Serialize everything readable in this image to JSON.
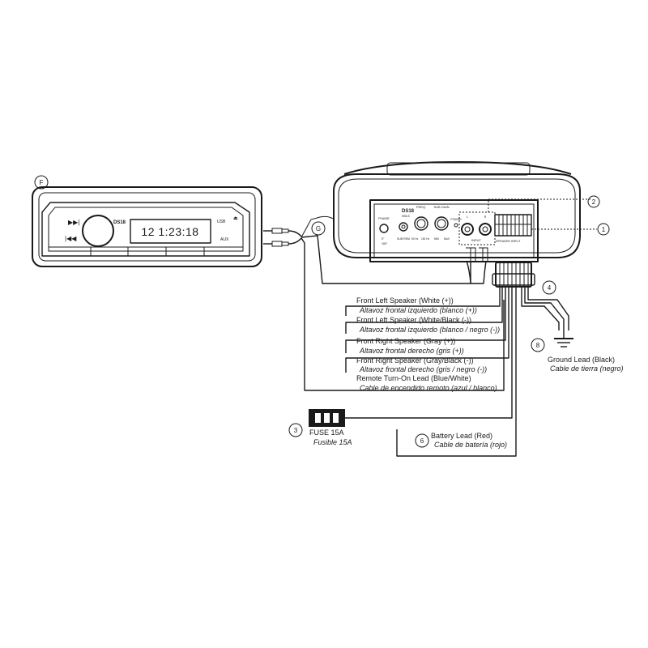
{
  "head_unit": {
    "callout": "F",
    "clock": "12 1:23:18",
    "brand": "DS18",
    "usb_label": "USB",
    "aux_label": "AUX"
  },
  "connector_g": {
    "callout": "G"
  },
  "subwoofer": {
    "brand": "DS18",
    "model": "SB6.5",
    "phase_label": "PHASE",
    "phase_opt1": "0°",
    "phase_opt2": "180°",
    "sub_rem_label": "SUB REM",
    "freq_label": "FREQ.",
    "freq_min": "50 Hz",
    "freq_max": "150 Hz",
    "gain_label": "SUB GAIN",
    "gain_min": "MIN",
    "gain_max": "MAX",
    "power_label": "POWER",
    "input_label": "INPUT",
    "input_l": "L",
    "input_r": "R",
    "speaker_input_label": "SPEAKER INPUT",
    "callout_2": "2",
    "callout_1": "1"
  },
  "harness": {
    "callout": "4"
  },
  "leads": [
    {
      "en": "Front Left Speaker (White (+))",
      "es": "Altavoz frontal izquierdo (blanco (+))"
    },
    {
      "en": "Front Left Speaker (White/Black (-))",
      "es": "Altavoz frontal izquierdo (blanco / negro (-))"
    },
    {
      "en": "Front Right Speaker (Gray (+))",
      "es": "Altavoz frontal derecho (gris (+))"
    },
    {
      "en": "Front Right Speaker (Gray/Black (-))",
      "es": "Altavoz frontal derecho (gris / negro (-))"
    },
    {
      "en": "Remote Turn-On Lead (Blue/White)",
      "es": "Cable de encendido remoto (azul / blanco)"
    }
  ],
  "ground": {
    "callout": "8",
    "en": "Ground Lead (Black)",
    "es": "Cable de tierra (negro)"
  },
  "fuse": {
    "callout": "3",
    "en": "FUSE 15A",
    "es": "Fusible 15A"
  },
  "battery": {
    "callout": "6",
    "en": "Battery Lead (Red)",
    "es": "Cable de batería (rojo)"
  }
}
